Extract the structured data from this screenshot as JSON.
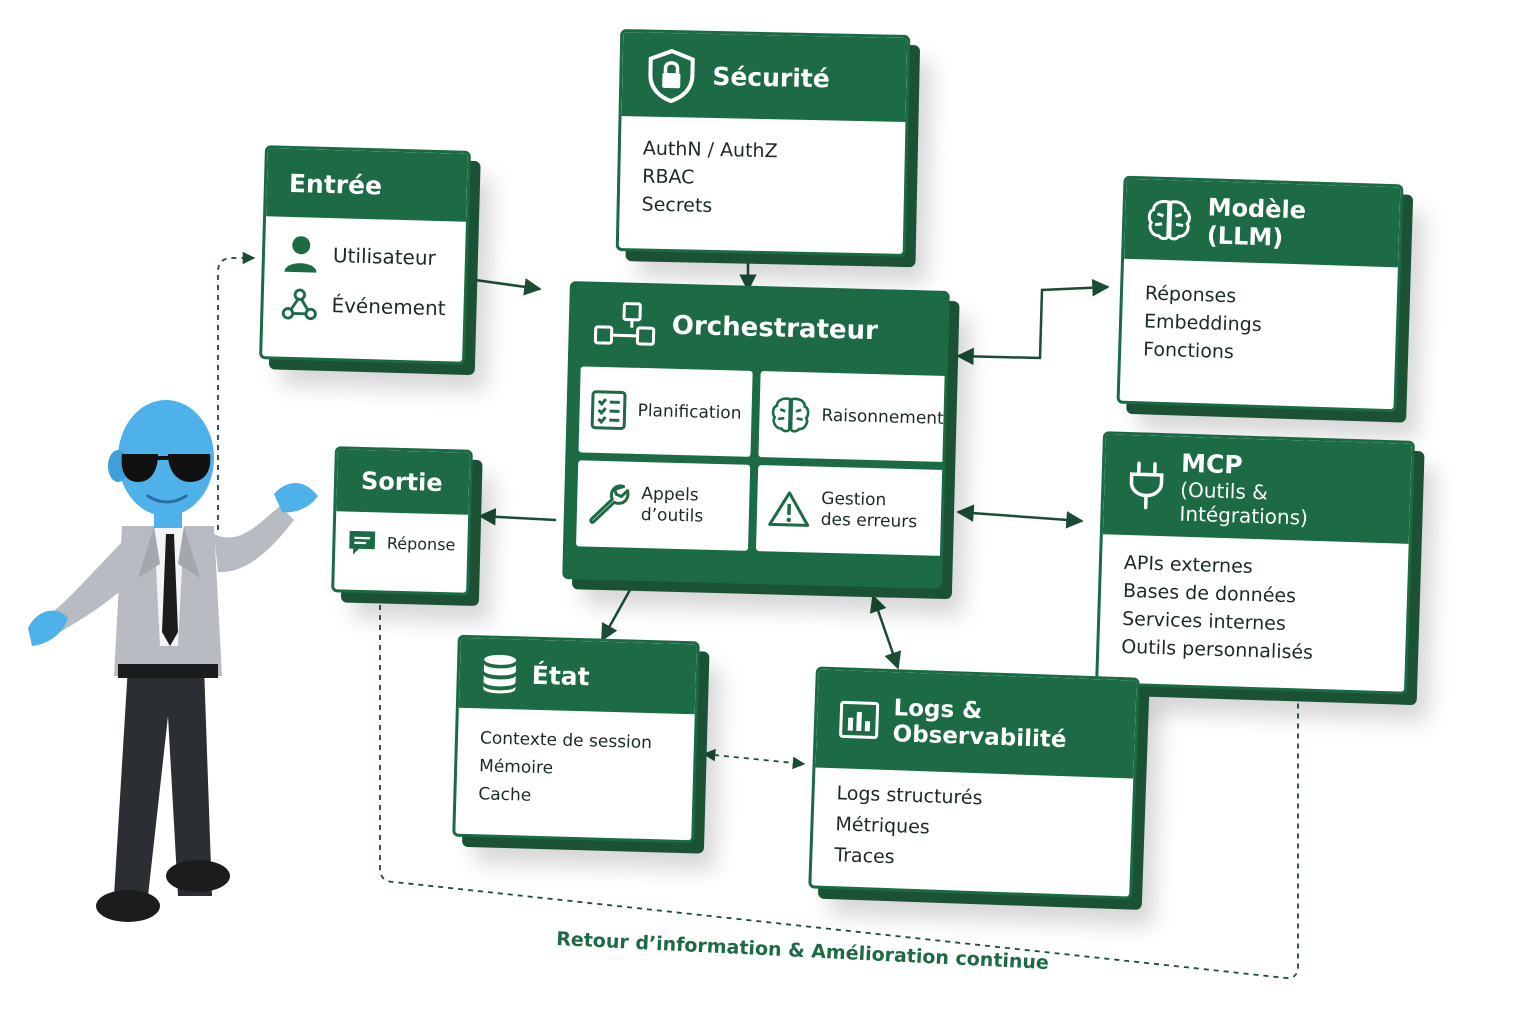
{
  "colors": {
    "primary_green": "#1d6b45",
    "dark_green": "#1b5236",
    "text": "#1d2a24",
    "mascot_skin": "#4fb1ea",
    "suit": "#b8bcc2"
  },
  "securite": {
    "title": "Sécurité",
    "icon": "shield-lock-icon",
    "items": [
      "AuthN / AuthZ",
      "RBAC",
      "Secrets"
    ]
  },
  "entree": {
    "title": "Entrée",
    "items": [
      {
        "label": "Utilisateur",
        "icon": "user-icon"
      },
      {
        "label": "Événement",
        "icon": "webhook-icon"
      }
    ]
  },
  "modele": {
    "title": "Modèle (LLM)",
    "icon": "brain-icon",
    "items": [
      "Réponses",
      "Embeddings",
      "Fonctions"
    ]
  },
  "orchestrateur": {
    "title": "Orchestrateur",
    "icon": "workflow-icon",
    "cells": [
      {
        "line1": "Planification",
        "line2": "",
        "icon": "checklist-icon"
      },
      {
        "line1": "Raisonnement",
        "line2": "",
        "icon": "brain-icon"
      },
      {
        "line1": "Appels",
        "line2": "d’outils",
        "icon": "wrench-icon"
      },
      {
        "line1": "Gestion",
        "line2": "des erreurs",
        "icon": "warning-icon"
      }
    ]
  },
  "sortie": {
    "title": "Sortie",
    "item": "Réponse",
    "icon": "chat-icon"
  },
  "mcp": {
    "title": "MCP",
    "subtitle": "(Outils & Intégrations)",
    "icon": "plug-icon",
    "items": [
      "APIs externes",
      "Bases de données",
      "Services internes",
      "Outils personnalisés"
    ]
  },
  "etat": {
    "title": "État",
    "icon": "database-icon",
    "items": [
      "Contexte de session",
      "Mémoire",
      "Cache"
    ]
  },
  "logs": {
    "title": "Logs & Observabilité",
    "icon": "bar-chart-icon",
    "items": [
      "Logs structurés",
      "Métriques",
      "Traces"
    ]
  },
  "feedback": {
    "label": "Retour d’information & Amélioration continue"
  }
}
